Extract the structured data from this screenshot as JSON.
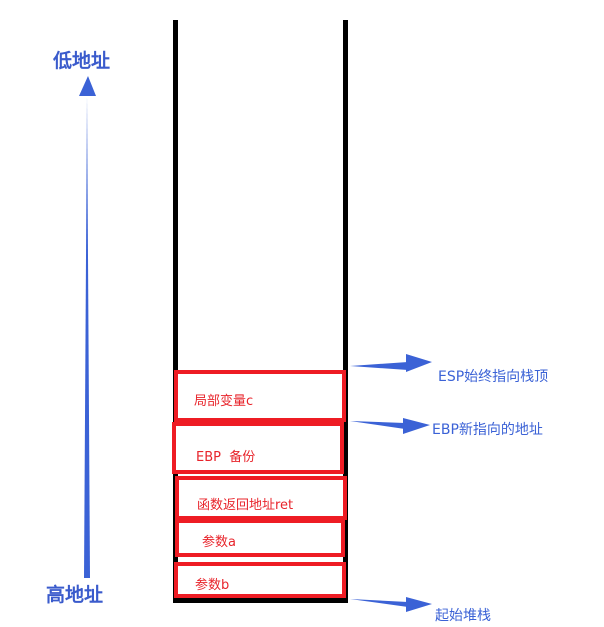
{
  "address_labels": {
    "low": "低地址",
    "high": "高地址"
  },
  "stack_frames": [
    {
      "label": "局部变量c"
    },
    {
      "label": "EBP  备份"
    },
    {
      "label": "函数返回地址ret"
    },
    {
      "label": "参数a"
    },
    {
      "label": "参数b"
    }
  ],
  "pointers": {
    "esp": "ESP始终指向栈顶",
    "ebp": "EBP新指向的地址",
    "stack_base": "起始堆栈"
  },
  "colors": {
    "frame_border": "#ee1c24",
    "frame_text": "#e8242b",
    "arrow": "#3b62d6",
    "wall": "#000000"
  }
}
